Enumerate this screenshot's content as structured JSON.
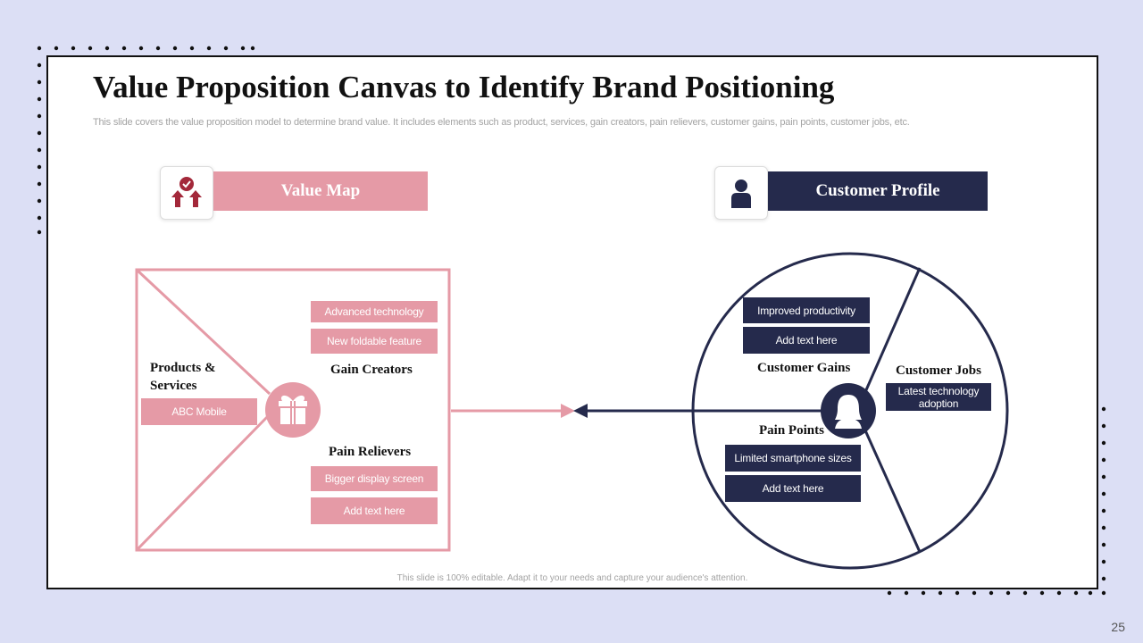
{
  "slide": {
    "title": "Value Proposition  Canvas to Identify Brand Positioning",
    "subtitle": "This slide covers the value proposition model to determine brand value. It includes elements such as product, services, gain creators, pain relievers, customer gains, pain points, customer jobs, etc.",
    "footer": "This slide is 100% editable.  Adapt it to your needs and capture your audience's attention.",
    "page_number": "25"
  },
  "colors": {
    "pink": "#e59aa6",
    "navy": "#252a4c",
    "maroon": "#a3283a",
    "background": "#dcdff5"
  },
  "value_map": {
    "heading": "Value Map",
    "icon": "arrows-up-check-icon",
    "products_label": "Products &\nServices",
    "product_item": "ABC Mobile",
    "center_icon": "gift-icon",
    "gain_creators": {
      "label": "Gain Creators",
      "items": [
        "Advanced technology",
        "New foldable feature"
      ]
    },
    "pain_relievers": {
      "label": "Pain Relievers",
      "items": [
        "Bigger display screen",
        "Add text here"
      ]
    }
  },
  "customer_profile": {
    "heading": "Customer  Profile",
    "icon": "person-icon",
    "center_icon": "woman-avatar-icon",
    "customer_gains": {
      "label": "Customer Gains",
      "items": [
        "Improved productivity",
        "Add text here"
      ]
    },
    "customer_jobs": {
      "label": "Customer Jobs",
      "items": [
        "Latest technology adoption"
      ]
    },
    "pain_points": {
      "label": "Pain Points",
      "items": [
        "Limited smartphone sizes",
        "Add text here"
      ]
    }
  }
}
